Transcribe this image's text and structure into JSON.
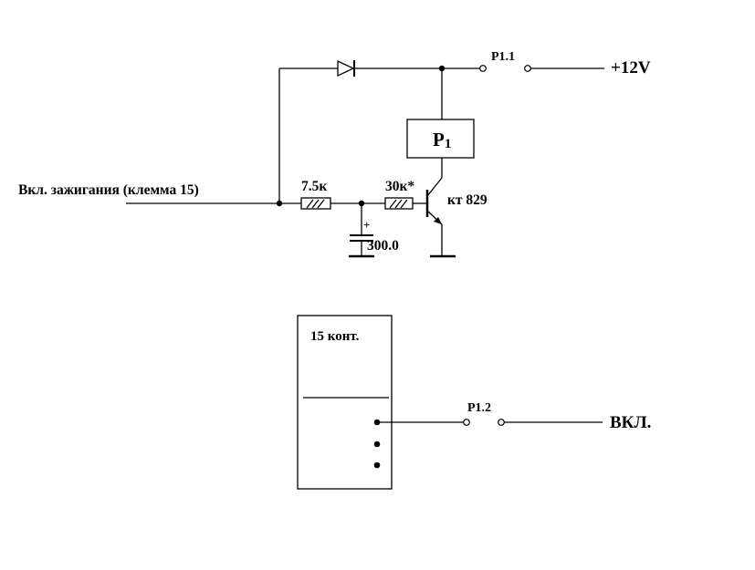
{
  "labels": {
    "ignition_input": "Вкл. зажигания (клемма 15)",
    "resistor1": "7.5к",
    "resistor2": "30к*",
    "capacitor": "300.0",
    "capacitor_polarity": "+",
    "relay": "P",
    "relay_subscript": "1",
    "transistor": "кт 829",
    "contact1": "P1.1",
    "supply": "+12V",
    "contact2": "P1.2",
    "connector": "15 конт.",
    "output": "ВКЛ."
  },
  "colors": {
    "supply": "#dd1111",
    "output": "#1a1aa8",
    "line": "#000000"
  }
}
